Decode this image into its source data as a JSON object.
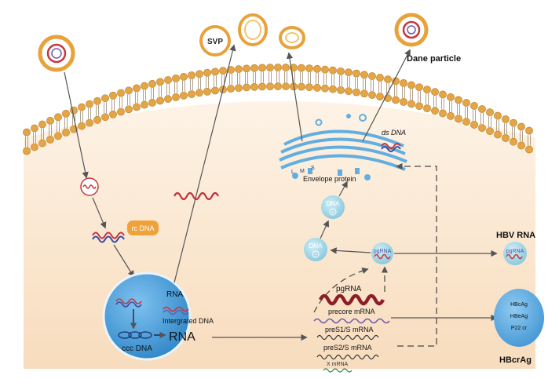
{
  "labels": {
    "svp": "SVP",
    "dane_particle": "Dane particle",
    "ds_dna": "ds DNA",
    "envelope_protein": "Envelope protein",
    "golgi_s": "S",
    "golgi_m": "M",
    "golgi_l": "L",
    "rc_dna": "rc DNA",
    "rna_cytoplasm": "RNA",
    "integrated_dna": "Intergrated DNA",
    "ccc_dna": "ccc DNA",
    "rna_nucleus": "RNA",
    "dna_plus": "DNA",
    "plus_sign": "+",
    "dna_minus": "DNA",
    "minus_sign": "−",
    "pgrna_circle": "pgRNA",
    "pgrna": "pgRNA",
    "precore_mrna": "precore mRNA",
    "pres1_mrna": "preS1/S mRNA",
    "pres2_mrna": "preS2/S mRNA",
    "x_mrna": "X mRNA",
    "hbv_rna_title": "HBV RNA",
    "hbv_rna_circle": "pgRNA",
    "hbcag": "HBcAg",
    "hbeag": "HBeAg",
    "p22cr": "P22 cr",
    "hbcrag_title": "HBcrAg"
  },
  "colors": {
    "membrane_head": "#e3a545",
    "membrane_head_stroke": "#b97a1f",
    "cytoplasm_top": "#fdf1e3",
    "cytoplasm_bottom": "#f9dcbc",
    "nucleus": "#3f97d6",
    "virion_outer": "#e8a23c",
    "virion_inner": "#c8363c",
    "rna_red": "#c0303a",
    "dna_purple": "#6e5aa8",
    "rc_badge": "#f0a23a",
    "light_blue": "#8fcfe0",
    "golgi": "#63aee0"
  }
}
